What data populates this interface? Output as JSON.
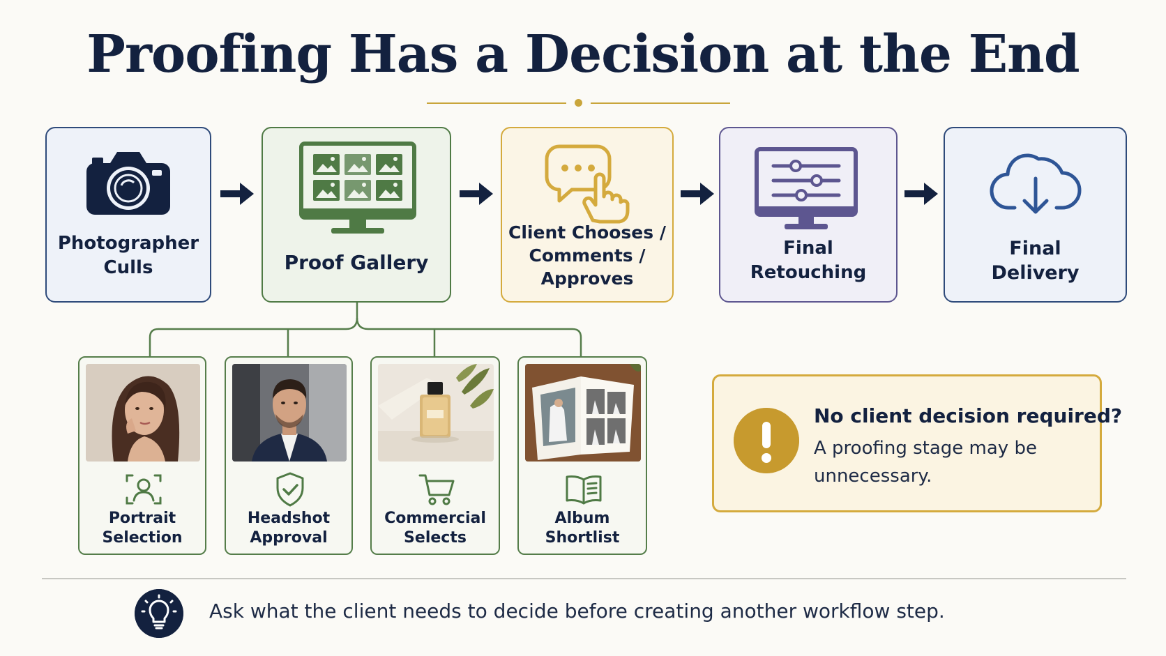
{
  "title": "Proofing Has a Decision at the End",
  "steps": [
    {
      "label_lines": [
        "Photographer",
        "Culls"
      ],
      "icon": "camera-icon",
      "color": "#13213f"
    },
    {
      "label_lines": [
        "Proof Gallery"
      ],
      "icon": "gallery-monitor-icon",
      "color": "#4f7a45"
    },
    {
      "label_lines": [
        "Client Chooses /",
        "Comments /",
        "Approves"
      ],
      "icon": "chat-tap-icon",
      "color": "#d4aa3d"
    },
    {
      "label_lines": [
        "Final",
        "Retouching"
      ],
      "icon": "sliders-monitor-icon",
      "color": "#5d5690"
    },
    {
      "label_lines": [
        "Final",
        "Delivery"
      ],
      "icon": "cloud-download-icon",
      "color": "#2e5596"
    }
  ],
  "use_cases": [
    {
      "label_lines": [
        "Portrait",
        "Selection"
      ],
      "icon": "person-focus-icon"
    },
    {
      "label_lines": [
        "Headshot",
        "Approval"
      ],
      "icon": "shield-check-icon"
    },
    {
      "label_lines": [
        "Commercial",
        "Selects"
      ],
      "icon": "shopping-cart-icon"
    },
    {
      "label_lines": [
        "Album",
        "Shortlist"
      ],
      "icon": "open-book-icon"
    }
  ],
  "callout": {
    "heading": "No client decision required?",
    "body": "A proofing stage may be unnecessary."
  },
  "tip": "Ask what the client needs to decide before creating another workflow step."
}
